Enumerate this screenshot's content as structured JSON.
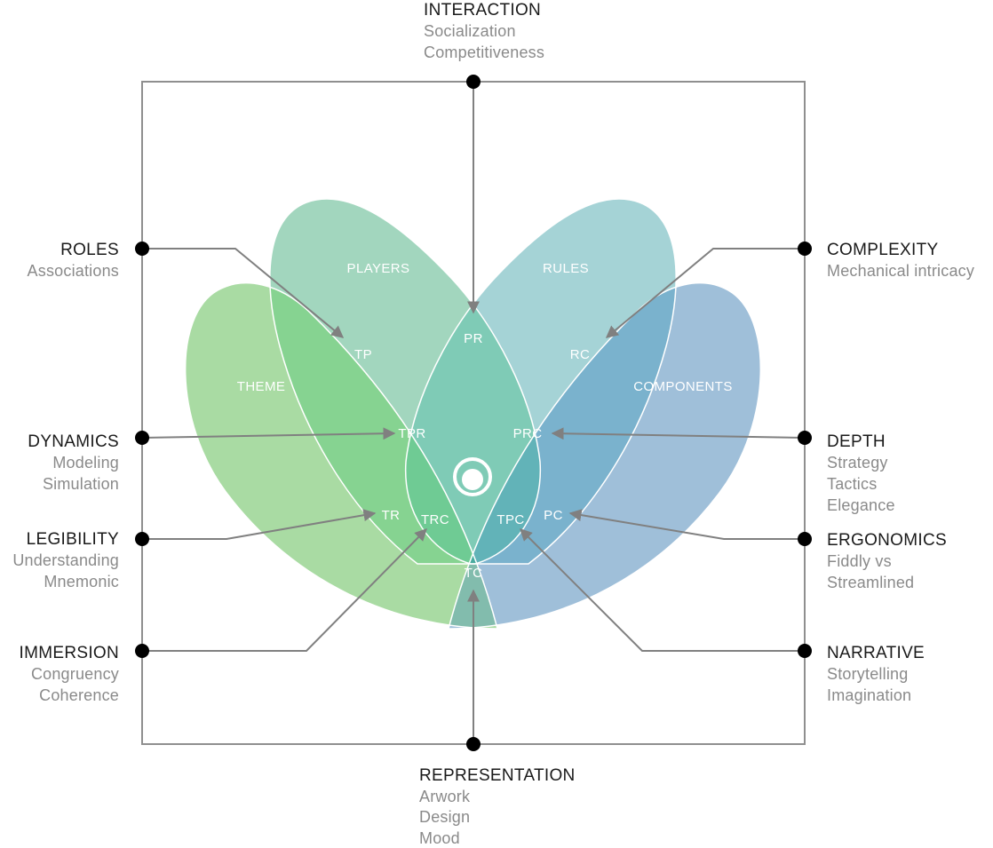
{
  "colors": {
    "theme": "#a9dba3",
    "players": "#a2d6be",
    "rules": "#a5d3d6",
    "components": "#9fbfd9",
    "tp": "#86d391",
    "pr": "#7fcbb6",
    "rc": "#7ab2cd",
    "tpr": "#6fcb94",
    "prc": "#62b3b8",
    "tr": "#8ecaa8",
    "pc": "#7db6c0",
    "trc": "#6ab8a6",
    "tpc": "#6ab3a7",
    "tc": "#82bcad",
    "center": "#4aab9f"
  },
  "sets": {
    "theme": "THEME",
    "players": "PLAYERS",
    "rules": "RULES",
    "components": "COMPONENTS"
  },
  "zones": {
    "tp": "TP",
    "pr": "PR",
    "rc": "RC",
    "tpr": "TPR",
    "prc": "PRC",
    "tr": "TR",
    "trc": "TRC",
    "tpc": "TPC",
    "pc": "PC",
    "tc": "TC"
  },
  "annotations": {
    "interaction": {
      "title": "INTERACTION",
      "lines": [
        "Socialization",
        "Competitiveness"
      ]
    },
    "roles": {
      "title": "ROLES",
      "lines": [
        "Associations"
      ]
    },
    "complexity": {
      "title": "COMPLEXITY",
      "lines": [
        "Mechanical intricacy"
      ]
    },
    "dynamics": {
      "title": "DYNAMICS",
      "lines": [
        "Modeling",
        "Simulation"
      ]
    },
    "depth": {
      "title": "DEPTH",
      "lines": [
        "Strategy",
        "Tactics",
        "Elegance"
      ]
    },
    "legibility": {
      "title": "LEGIBILITY",
      "lines": [
        "Understanding",
        "Mnemonic"
      ]
    },
    "ergonomics": {
      "title": "ERGONOMICS",
      "lines": [
        "Fiddly vs",
        "Streamlined"
      ]
    },
    "immersion": {
      "title": "IMMERSION",
      "lines": [
        "Congruency",
        "Coherence"
      ]
    },
    "narrative": {
      "title": "NARRATIVE",
      "lines": [
        "Storytelling",
        "Imagination"
      ]
    },
    "representation": {
      "title": "REPRESENTATION",
      "lines": [
        "Arwork",
        "Design",
        "Mood"
      ]
    }
  }
}
